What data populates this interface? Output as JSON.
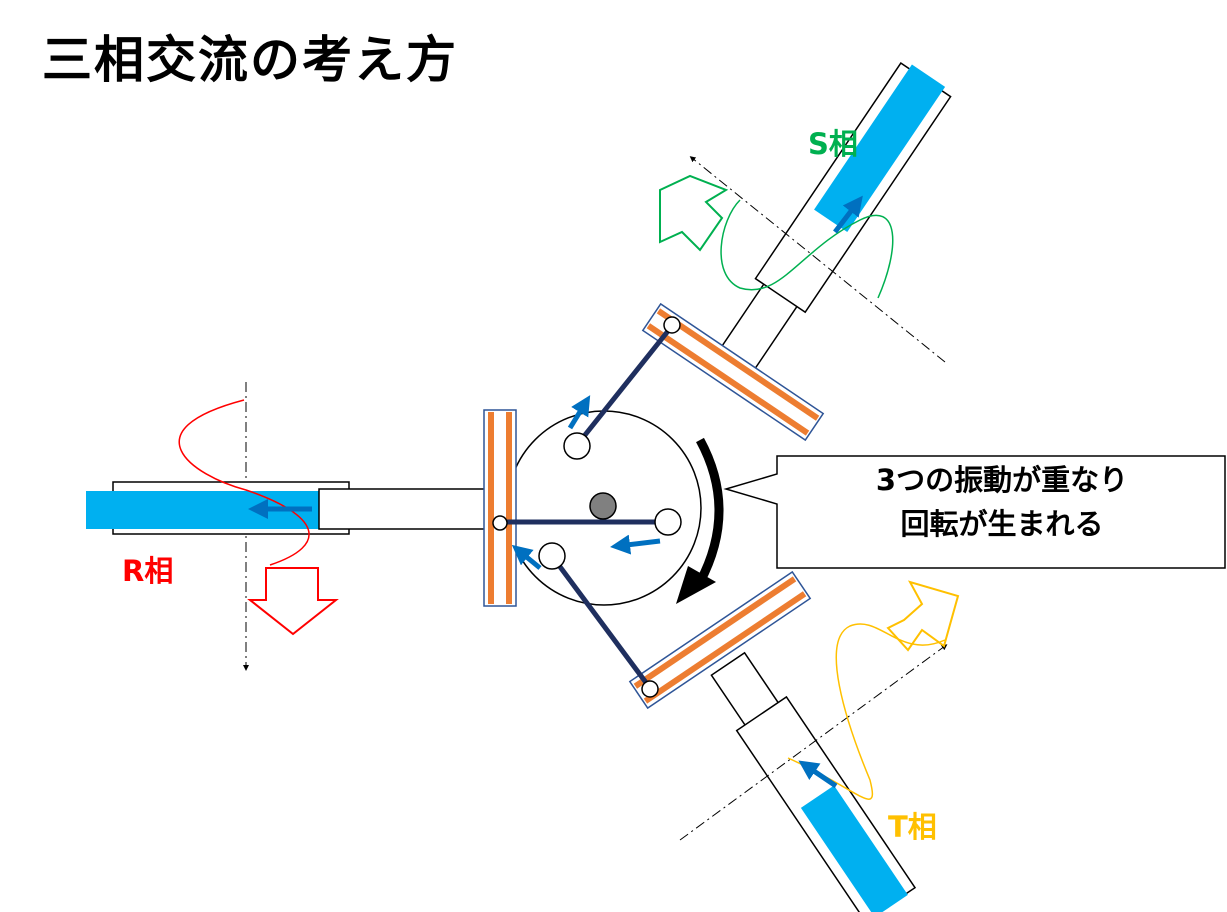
{
  "title": "三相交流の考え方",
  "phases": [
    {
      "id": "R",
      "label": "R相",
      "color": "#ff0000"
    },
    {
      "id": "S",
      "label": "S相",
      "color": "#00b050"
    },
    {
      "id": "T",
      "label": "T相",
      "color": "#ffc000"
    }
  ],
  "callout": {
    "line1": "3つの振動が重なり",
    "line2": "回転が生まれる"
  },
  "colors": {
    "piston_blue": "#00b0f0",
    "arrow_blue": "#0070c0",
    "plate_orange": "#ed7d31",
    "link_navy": "#1f2f5f",
    "crank_gray": "#808080"
  }
}
